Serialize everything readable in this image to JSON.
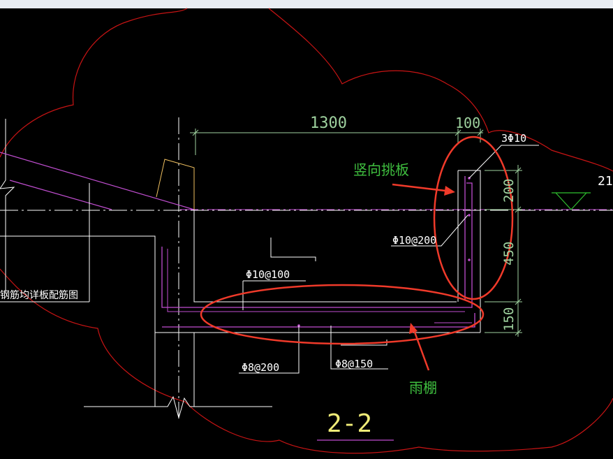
{
  "drawing": {
    "colors": {
      "background": "#000000",
      "cloud": "#c81414",
      "dimension": "#9fd29f",
      "outline": "#ffffff",
      "rebar": "#c04ed0",
      "annotation_red": "#f03a2a",
      "annotation_green": "#3fbf3f",
      "title": "#f0ec78"
    },
    "dimensions": {
      "width_1300": "1300",
      "width_100": "100",
      "height_200": "200",
      "height_450": "450",
      "height_150": "150",
      "right_edge": "21"
    },
    "rebar_labels": {
      "top_bar": "3Φ10",
      "vertical_stirrup": "Φ10@200",
      "slab_top": "Φ10@100",
      "slab_bottom_left": "Φ8@200",
      "slab_bottom_right": "Φ8@150"
    },
    "notes": {
      "left_note": "钢筋均详板配筋图",
      "section_title": "2-2"
    },
    "annotations": {
      "vertical_board": "竖向挑板",
      "canopy": "雨棚"
    }
  }
}
